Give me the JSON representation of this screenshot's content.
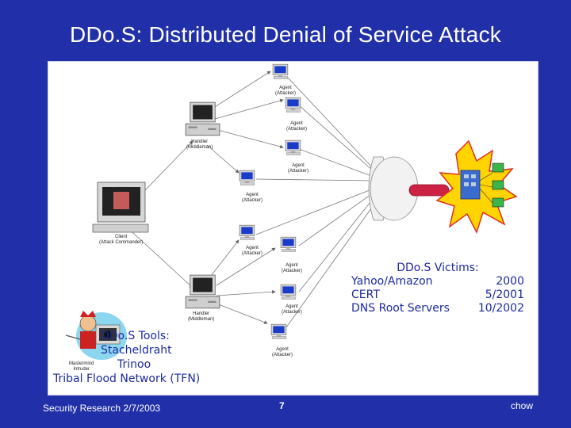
{
  "slide": {
    "title": "DDo.S: Distributed Denial of Service Attack",
    "footer_left": "Security Research 2/7/2003",
    "footer_center": "7",
    "footer_right": "chow"
  },
  "diagram": {
    "handler_label": [
      "Handler",
      "(Middleman)"
    ],
    "client_label": [
      "Client",
      "(Attack Commander)"
    ],
    "agent_label": [
      "Agent",
      "(Attacker)"
    ],
    "intruder_label": [
      "Mastermind",
      "Intruder"
    ]
  },
  "victims": {
    "heading": "DDo.S Victims:",
    "rows": [
      {
        "name": "Yahoo/Amazon",
        "date": "2000"
      },
      {
        "name": "CERT",
        "date": "5/2001"
      },
      {
        "name": "DNS Root Servers",
        "date": "10/2002"
      }
    ]
  },
  "tools": {
    "heading": "DDo.S Tools:",
    "items": [
      "Stacheldraht",
      "Trinoo",
      "Tribal Flood Network (TFN)"
    ]
  },
  "colors": {
    "background": "#2130a8",
    "text_blue": "#1c2a9e",
    "pipe": "#cc2244",
    "burst": "#ffd400"
  }
}
